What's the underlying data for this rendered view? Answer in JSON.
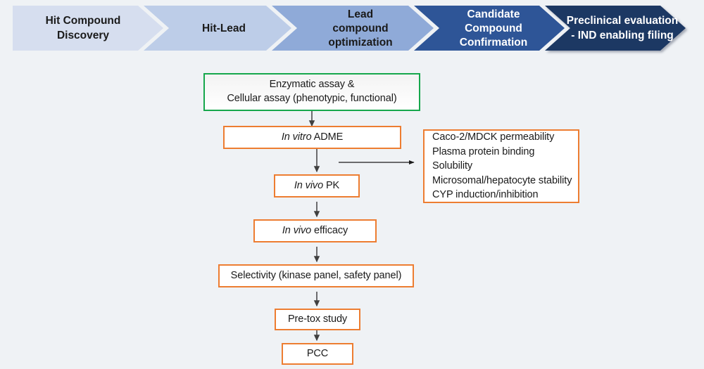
{
  "colors": {
    "background": "#eff2f5",
    "orange_border": "#ed7d31",
    "green_border": "#16a74c",
    "arrow": "#404040",
    "stage_1_fill": "#d6deef",
    "stage_2_fill": "#bdcde8",
    "stage_3_fill": "#8faad8",
    "stage_4_fill": "#2e5597",
    "stage_5_fill": "#1f3864"
  },
  "stage_banner": {
    "stages": [
      {
        "id": "hit-compound-discovery",
        "lines": [
          "Hit Compound",
          "Discovery"
        ],
        "fill": "#d6deef",
        "text_color": "dark"
      },
      {
        "id": "hit-lead",
        "lines": [
          "Hit-Lead"
        ],
        "fill": "#bdcde8",
        "text_color": "dark"
      },
      {
        "id": "lead-compound-optimization",
        "lines": [
          "Lead",
          "compound",
          "optimization"
        ],
        "fill": "#8faad8",
        "text_color": "dark"
      },
      {
        "id": "candidate-compound-confirmation",
        "lines": [
          "Candidate",
          "Compound",
          "Confirmation"
        ],
        "fill": "#2e5597",
        "text_color": "light"
      },
      {
        "id": "preclinical-evaluation",
        "lines": [
          "Preclinical evaluation",
          "- IND enabling filing"
        ],
        "fill": "#1f3864",
        "text_color": "light"
      }
    ]
  },
  "flow": {
    "nodes": {
      "assay": {
        "line1": "Enzymatic assay &",
        "line2": "Cellular assay (phenotypic, functional)"
      },
      "in_vitro_adme": {
        "italic": "In vitro",
        "rest": " ADME"
      },
      "in_vivo_pk": {
        "italic": "In vivo",
        "rest": " PK"
      },
      "in_vivo_efficacy": {
        "italic": "In vivo",
        "rest": " efficacy"
      },
      "selectivity": {
        "label": "Selectivity (kinase panel, safety panel)"
      },
      "pre_tox": {
        "label": "Pre-tox study"
      },
      "pcc": {
        "label": "PCC"
      }
    },
    "adme_assays": {
      "items": [
        "Caco-2/MDCK permeability",
        "Plasma protein binding",
        "Solubility",
        "Microsomal/hepatocyte stability",
        "CYP induction/inhibition"
      ]
    }
  }
}
